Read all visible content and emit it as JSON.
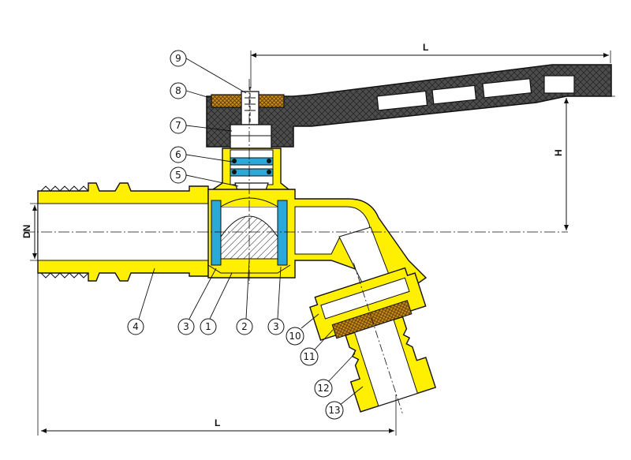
{
  "dimensions": {
    "top_length": "L",
    "bottom_length": "L",
    "height": "H",
    "diameter": "DN"
  },
  "callouts": [
    {
      "id": "c1",
      "label": "1"
    },
    {
      "id": "c2",
      "label": "2"
    },
    {
      "id": "c3a",
      "label": "3"
    },
    {
      "id": "c3b",
      "label": "3"
    },
    {
      "id": "c4",
      "label": "4"
    },
    {
      "id": "c5",
      "label": "5"
    },
    {
      "id": "c6",
      "label": "6"
    },
    {
      "id": "c7",
      "label": "7"
    },
    {
      "id": "c8",
      "label": "8"
    },
    {
      "id": "c9",
      "label": "9"
    },
    {
      "id": "c10",
      "label": "10"
    },
    {
      "id": "c11",
      "label": "11"
    },
    {
      "id": "c12",
      "label": "12"
    },
    {
      "id": "c13",
      "label": "13"
    }
  ],
  "colors": {
    "brass": "#ffef00",
    "seal": "#2aa9d8",
    "handle": "#4d4d4d",
    "outline": "#111111",
    "gasket": "#c98a1a"
  }
}
